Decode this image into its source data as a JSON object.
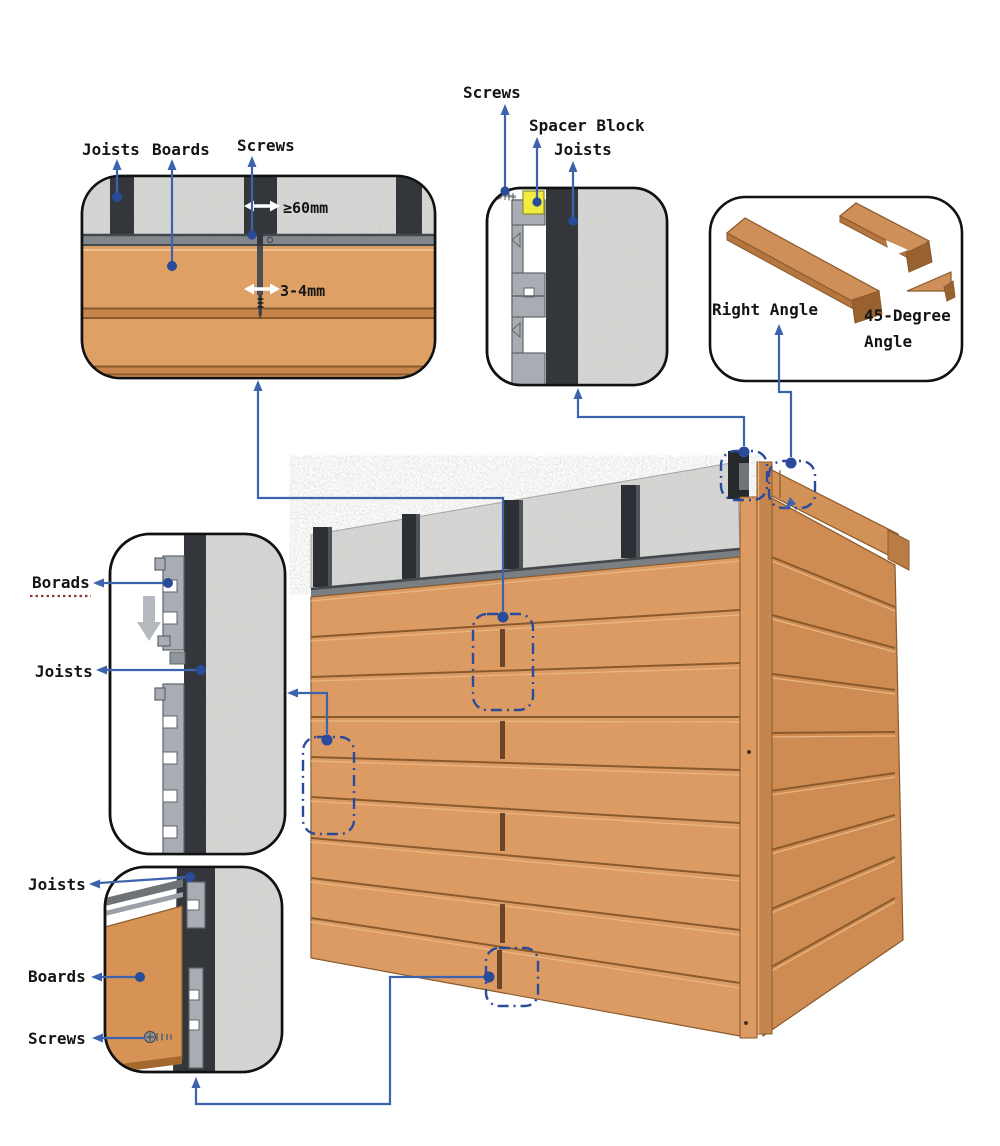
{
  "panel_fixing": {
    "label_joists": "Joists",
    "label_boards": "Boards",
    "label_screws": "Screws",
    "dim_spacing": "≥60mm",
    "dim_gap": "3-4mm"
  },
  "panel_clip": {
    "label_screws": "Screws",
    "label_spacer": "Spacer Block",
    "label_joists": "Joists"
  },
  "panel_trims": {
    "label_right_angle": "Right Angle",
    "label_45_line1": "45-Degree",
    "label_45_line2": "Angle"
  },
  "panel_slide": {
    "label_boards": "Borads",
    "label_joists": "Joists"
  },
  "panel_base": {
    "label_joists": "Joists",
    "label_boards": "Boards",
    "label_screws": "Screws"
  },
  "colors": {
    "leader_blue": "#3E63AE",
    "callout_blue": "#2A4A9A",
    "wood_front": "#DC9B63",
    "wood_side": "#CE8C53",
    "spacer_yellow": "#F2EC3F",
    "joist_dark": "#33373C",
    "concrete_gray": "#D6D6D4"
  }
}
